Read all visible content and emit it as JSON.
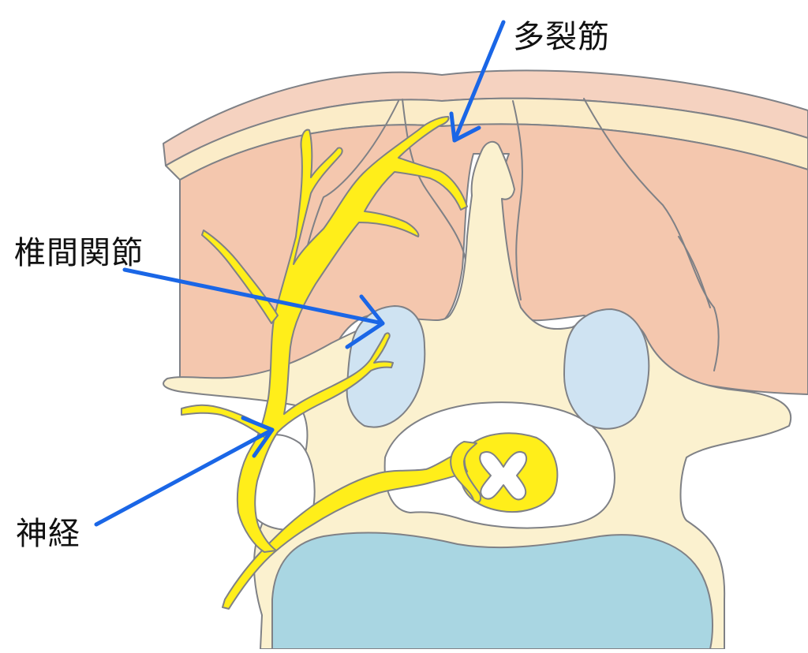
{
  "labels": {
    "multifidus": "多裂筋",
    "facet_joint": "椎間関節",
    "nerve": "神経"
  },
  "colors": {
    "skin": "#f5d2c0",
    "fat": "#fbecc8",
    "muscle": "#f4c7ae",
    "bone": "#fbf1cf",
    "joint": "#cfe3f2",
    "disc": "#a9d6e2",
    "nerve": "#ffee1a",
    "arrow": "#1a66e6",
    "outline": "#7f8186"
  }
}
